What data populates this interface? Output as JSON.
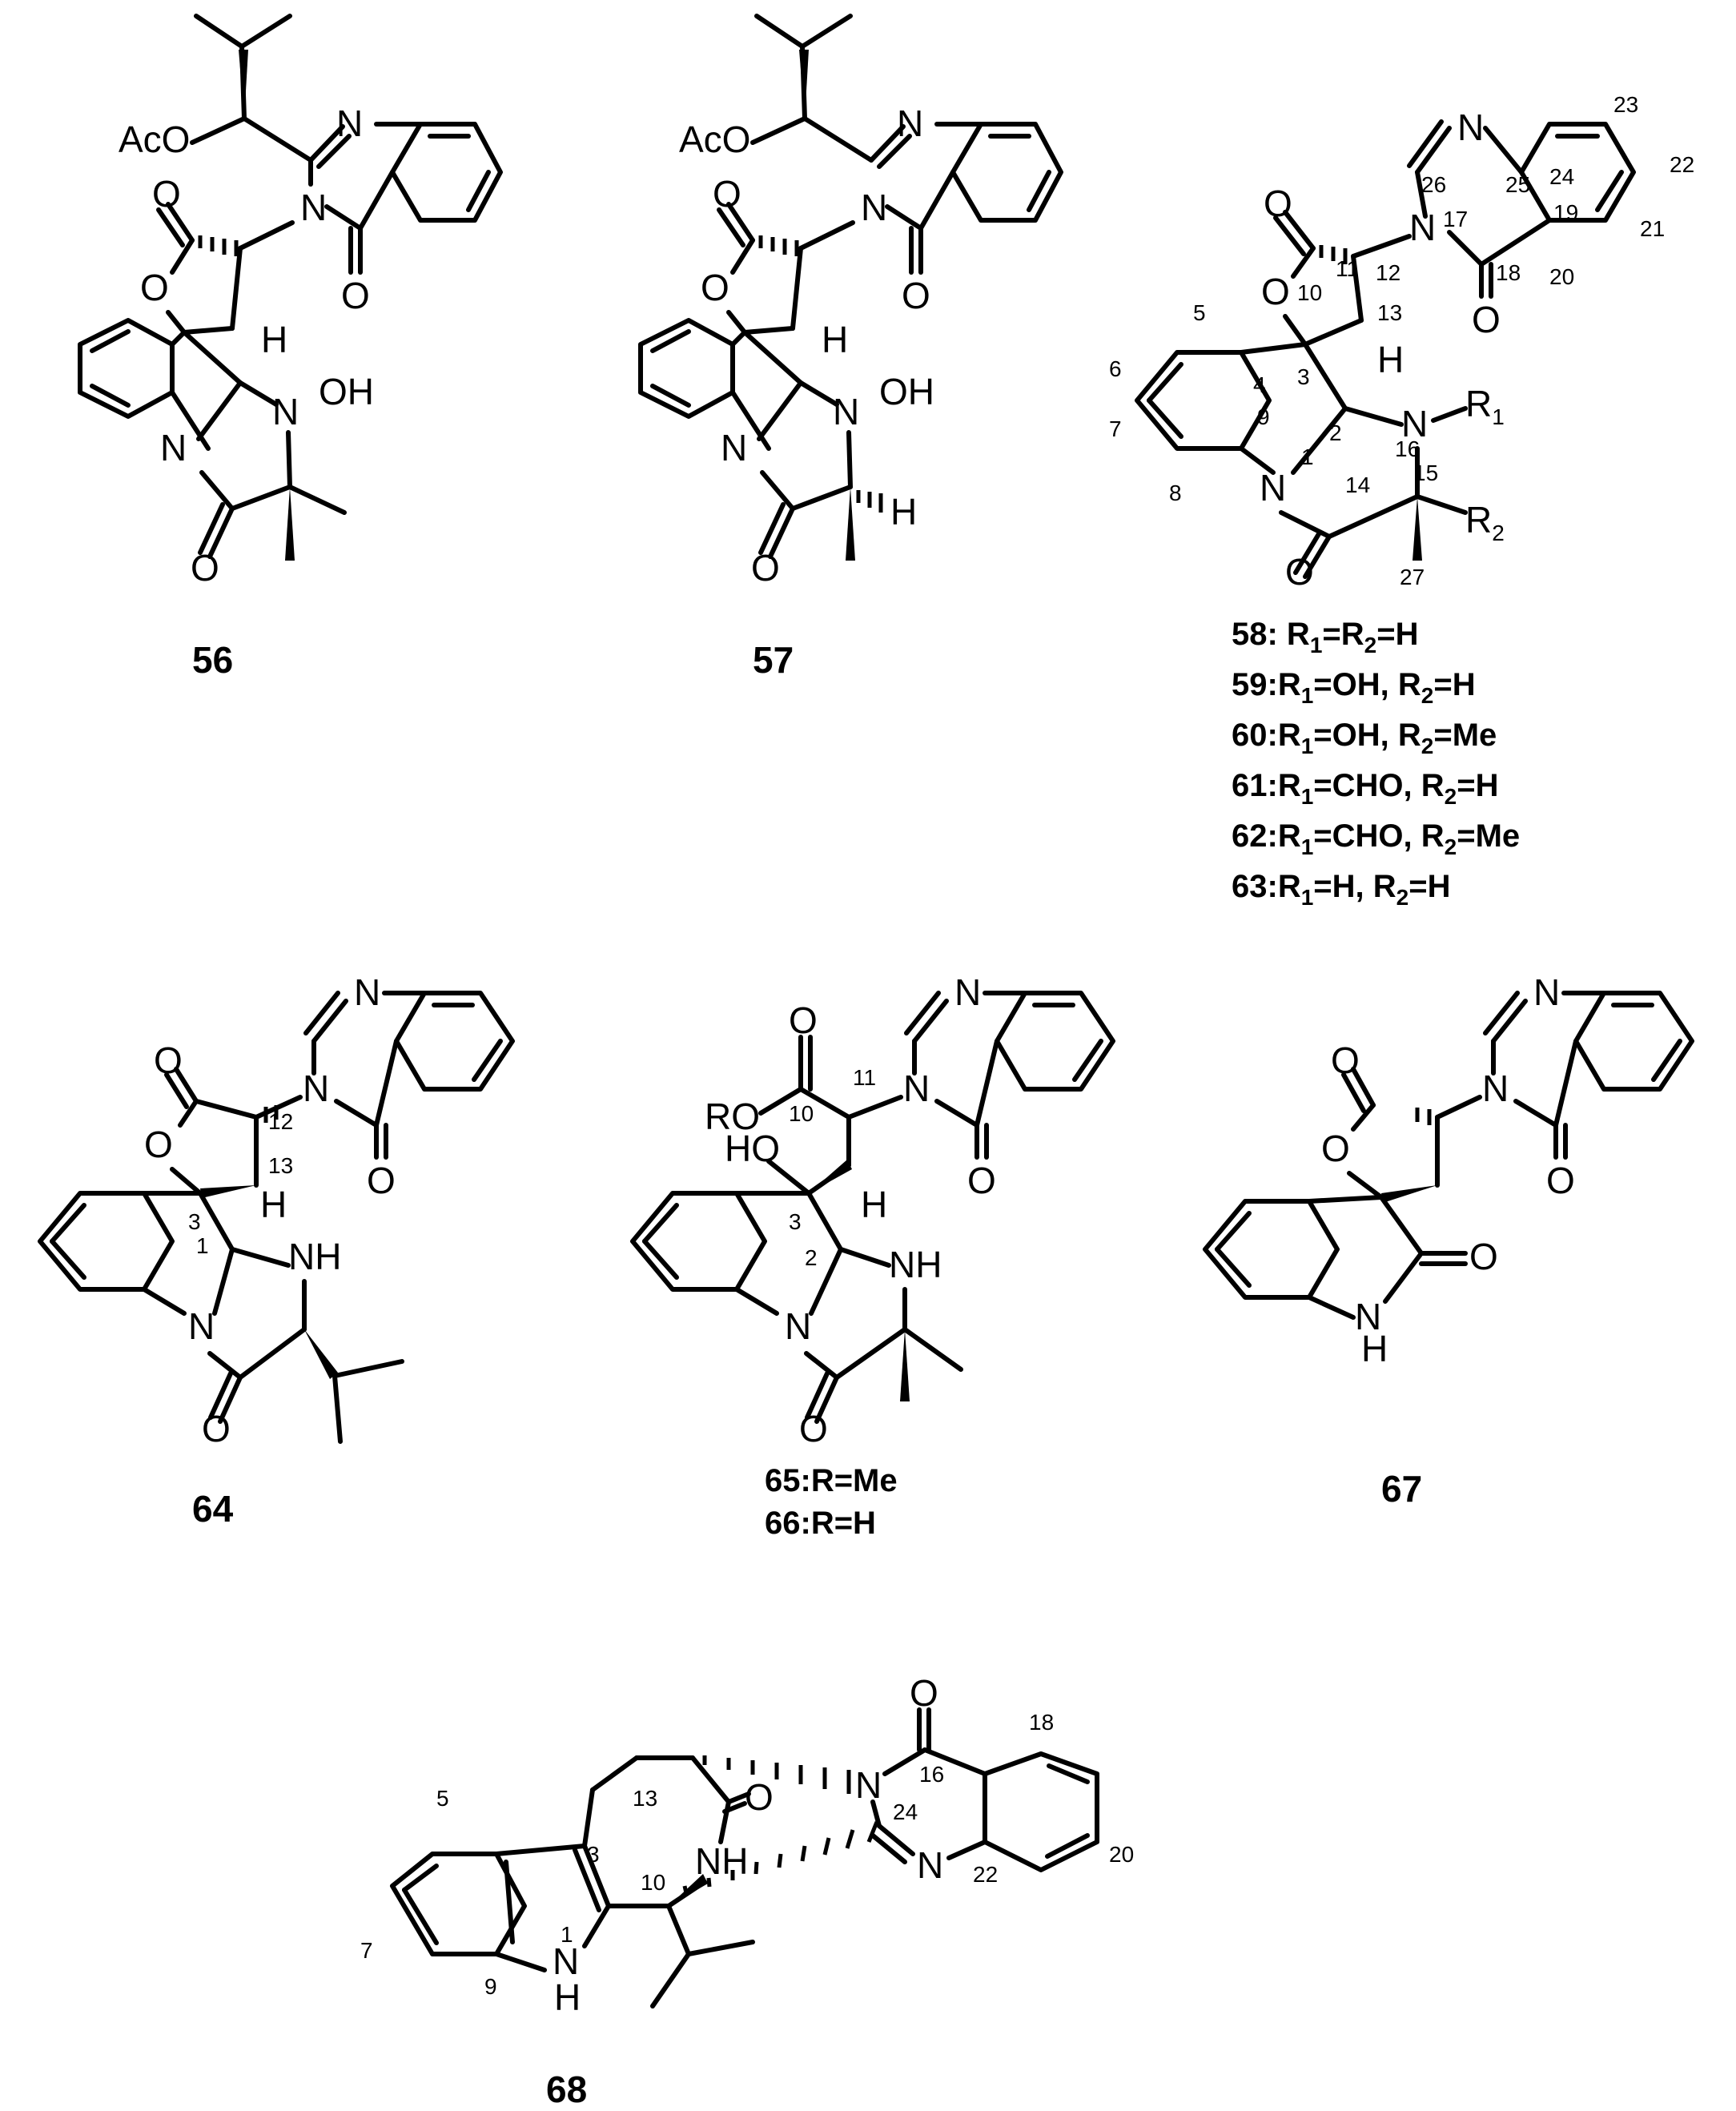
{
  "compound_labels": {
    "c56": "56",
    "c57": "57",
    "c64": "64",
    "c67": "67",
    "c68": "68"
  },
  "r_group_table": [
    {
      "id": "58",
      "text": "58: R1=R2=H"
    },
    {
      "id": "59",
      "text": "59:R1=OH, R2=H"
    },
    {
      "id": "60",
      "text": "60:R1=OH, R2=Me"
    },
    {
      "id": "61",
      "text": "61:R1=CHO, R2=H"
    },
    {
      "id": "62",
      "text": "62:R1=CHO, R2=Me"
    },
    {
      "id": "63",
      "text": "63:R1=H, R2=H"
    }
  ],
  "r_group_65_66": [
    {
      "id": "65",
      "text": "65:R=Me"
    },
    {
      "id": "66",
      "text": "66:R=H"
    }
  ],
  "atom_labels": {
    "AcO": "AcO",
    "O": "O",
    "N": "N",
    "H": "H",
    "OH": "OH",
    "NH": "NH",
    "HO": "HO",
    "RO": "RO",
    "R1": "R1",
    "R2": "R2"
  },
  "locants_58": [
    "5",
    "6",
    "7",
    "8",
    "9",
    "1",
    "2",
    "3",
    "4",
    "10",
    "11",
    "12",
    "13",
    "14",
    "15",
    "16",
    "17",
    "18",
    "19",
    "20",
    "21",
    "22",
    "23",
    "24",
    "25",
    "26",
    "27"
  ],
  "locants_64": [
    "1",
    "3",
    "12",
    "13"
  ],
  "locants_65": [
    "2",
    "3",
    "10",
    "11"
  ],
  "locants_68": [
    "1",
    "3",
    "5",
    "7",
    "9",
    "10",
    "13",
    "16",
    "18",
    "20",
    "22",
    "24"
  ]
}
